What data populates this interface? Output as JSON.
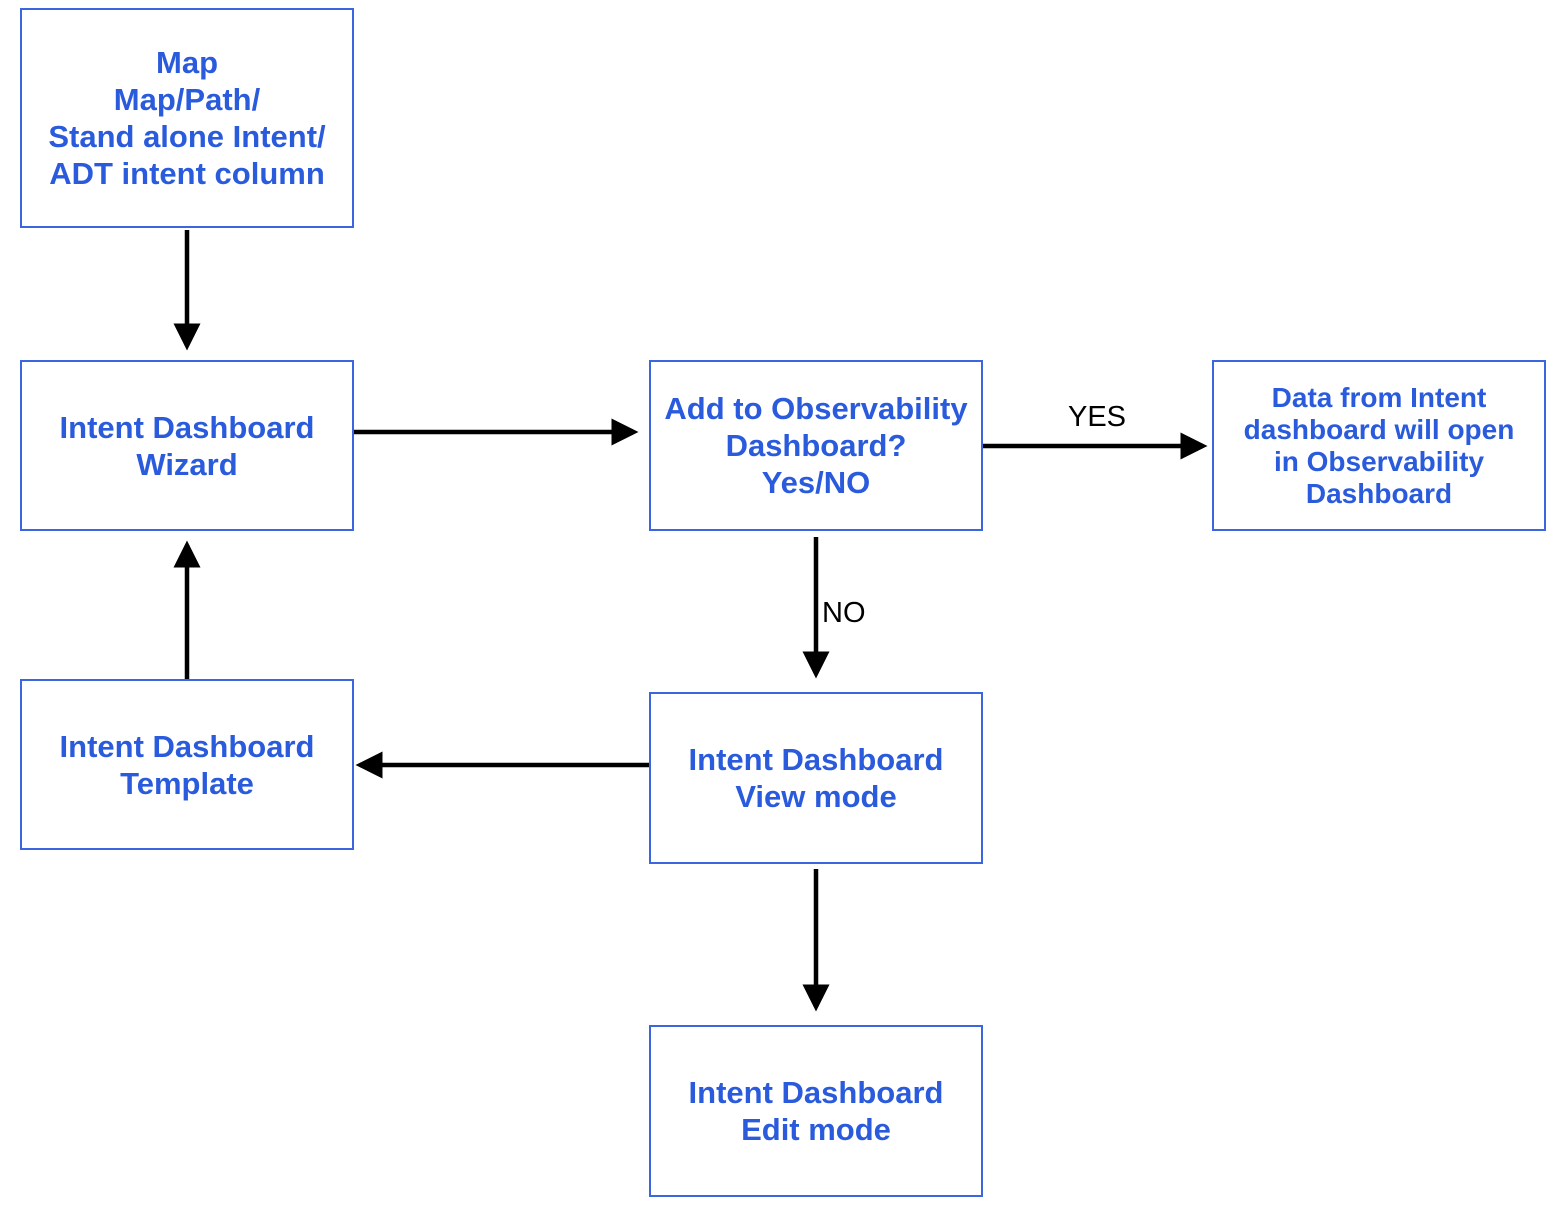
{
  "nodes": {
    "source": {
      "lines": [
        "Map",
        "Map/Path/",
        "Stand alone Intent/",
        "ADT intent column"
      ]
    },
    "wizard": {
      "lines": [
        "Intent Dashboard",
        "Wizard"
      ]
    },
    "decision": {
      "lines": [
        "Add to Observability",
        "Dashboard?",
        "Yes/NO"
      ]
    },
    "observability": {
      "lines": [
        "Data from Intent",
        "dashboard will open",
        "in Observability",
        "Dashboard"
      ]
    },
    "template": {
      "lines": [
        "Intent Dashboard",
        "Template"
      ]
    },
    "view_mode": {
      "lines": [
        "Intent Dashboard",
        "View mode"
      ]
    },
    "edit_mode": {
      "lines": [
        "Intent Dashboard",
        "Edit mode"
      ]
    }
  },
  "edge_labels": {
    "yes": "YES",
    "no": "NO"
  },
  "colors": {
    "box_border": "#3b66e0",
    "node_text": "#2a5bdc",
    "arrow": "#000000",
    "edge_label_text": "#000000"
  }
}
